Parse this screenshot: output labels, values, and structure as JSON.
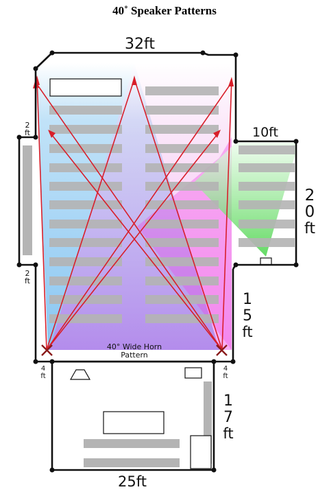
{
  "title": "40˚ Speaker Patterns",
  "dimensions": {
    "top_width": "32ft",
    "wing_width": "10ft",
    "wing_depth": {
      "num": "20",
      "unit": "ft"
    },
    "lower_right": {
      "num": "15",
      "unit": "ft"
    },
    "stage_depth": {
      "num": "17",
      "unit": "ft"
    },
    "stage_width": "25ft",
    "left_upper_offset": {
      "num": "2",
      "unit": "ft"
    },
    "left_lower_offset": {
      "num": "2",
      "unit": "ft"
    },
    "stage_left_offset": {
      "num": "4",
      "unit": "ft"
    },
    "stage_right_offset": {
      "num": "4",
      "unit": "ft"
    }
  },
  "pattern_label": {
    "line1": "40° Wide Horn",
    "line2": "Pattern"
  },
  "colors": {
    "left_pattern": "#7fc4f2",
    "right_pattern": "#f060e8",
    "wing_pattern": "#55dd55",
    "axis_lines": "#d81f2a",
    "pews": "#b4b4b4",
    "walls": "#111111"
  },
  "icons": [
    "speaker-x-left-icon",
    "speaker-x-right-icon"
  ]
}
